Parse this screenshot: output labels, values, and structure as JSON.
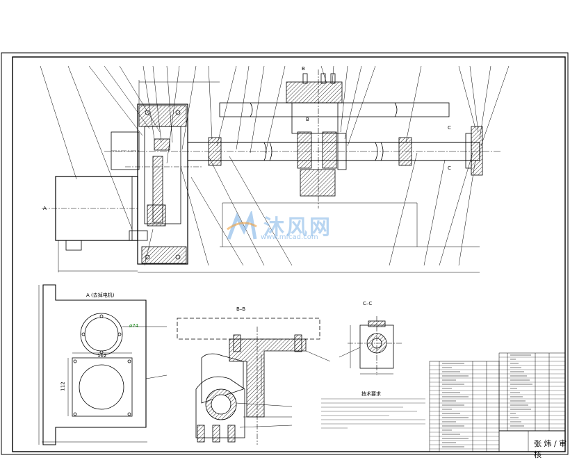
{
  "drawing": {
    "section_bb_title": "B–B",
    "section_cc_title": "C–C",
    "view_a_title": "A (去掉电机)",
    "view_marker_a": "A",
    "cut_marker_b_top": "B",
    "cut_marker_b_mid": "B",
    "cut_marker_c_top": "C",
    "cut_marker_c_bottom": "C",
    "dim_phi74": "ø74",
    "dim_112_a": "112",
    "dim_112_b": "112",
    "notes_title": "技术要求",
    "signature": "张 炜 / 审核"
  },
  "watermark": {
    "brand": "沐风网",
    "url": "www.mfcad.com",
    "color": "#7fb3e6"
  }
}
